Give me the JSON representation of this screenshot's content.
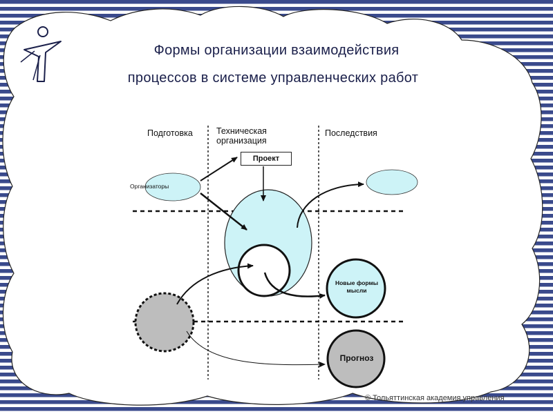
{
  "slide": {
    "title_line_1": "Формы организации  взаимодействия",
    "title_line_2": "процессов в системе управленческих работ",
    "copyright": "© Тольяттинская академия управления"
  },
  "diagram": {
    "columns": {
      "preparation": "Подготовка",
      "technical": "Техническая\nорганизация",
      "consequences": "Последствия"
    },
    "nodes": {
      "organizers": "Организаторы",
      "project": "Проект",
      "new_forms": "Новые формы мысли",
      "forecast": "Прогноз"
    }
  },
  "colors": {
    "stripe": "#3a4a8c",
    "light_blue": "#cdf3f7",
    "gray_node": "#bdbdbd",
    "line": "#111111"
  },
  "icons": [
    "logo-figure-icon"
  ]
}
